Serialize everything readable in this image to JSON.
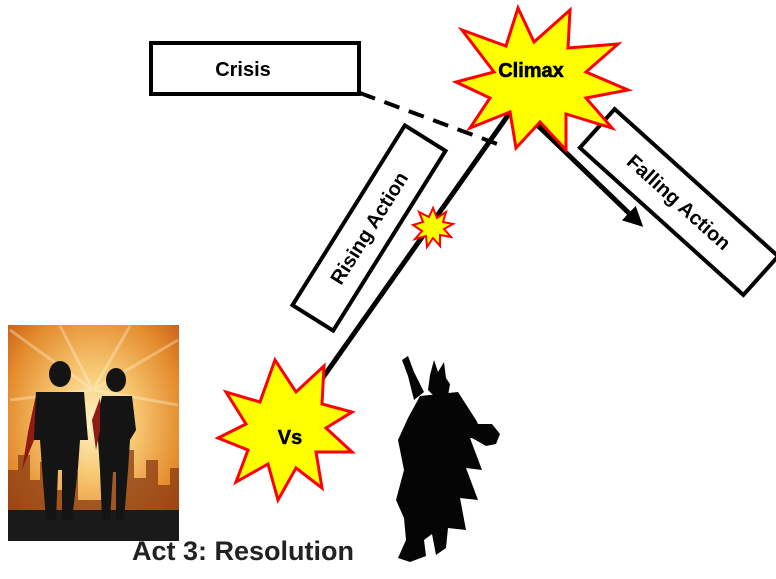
{
  "diagram": {
    "crisis_label": "Crisis",
    "climax_label": "Climax",
    "rising_action_label": "Rising Action",
    "falling_action_label": "Falling Action",
    "versus_label": "Vs",
    "caption": "Act 3: Resolution"
  },
  "colors": {
    "burst_fill": "#ffff00",
    "burst_stroke": "#ff0000",
    "line": "#000000",
    "box_fill": "#ffffff",
    "hero_sky_top": "#f7c873",
    "hero_sky_bottom": "#d9691e",
    "silhouette": "#111111",
    "villain_silhouette": "#000000"
  },
  "icons": {
    "heroes": "heroes-silhouette-image",
    "villain": "villain-silhouette-image",
    "small_burst": "small-starburst-icon"
  }
}
